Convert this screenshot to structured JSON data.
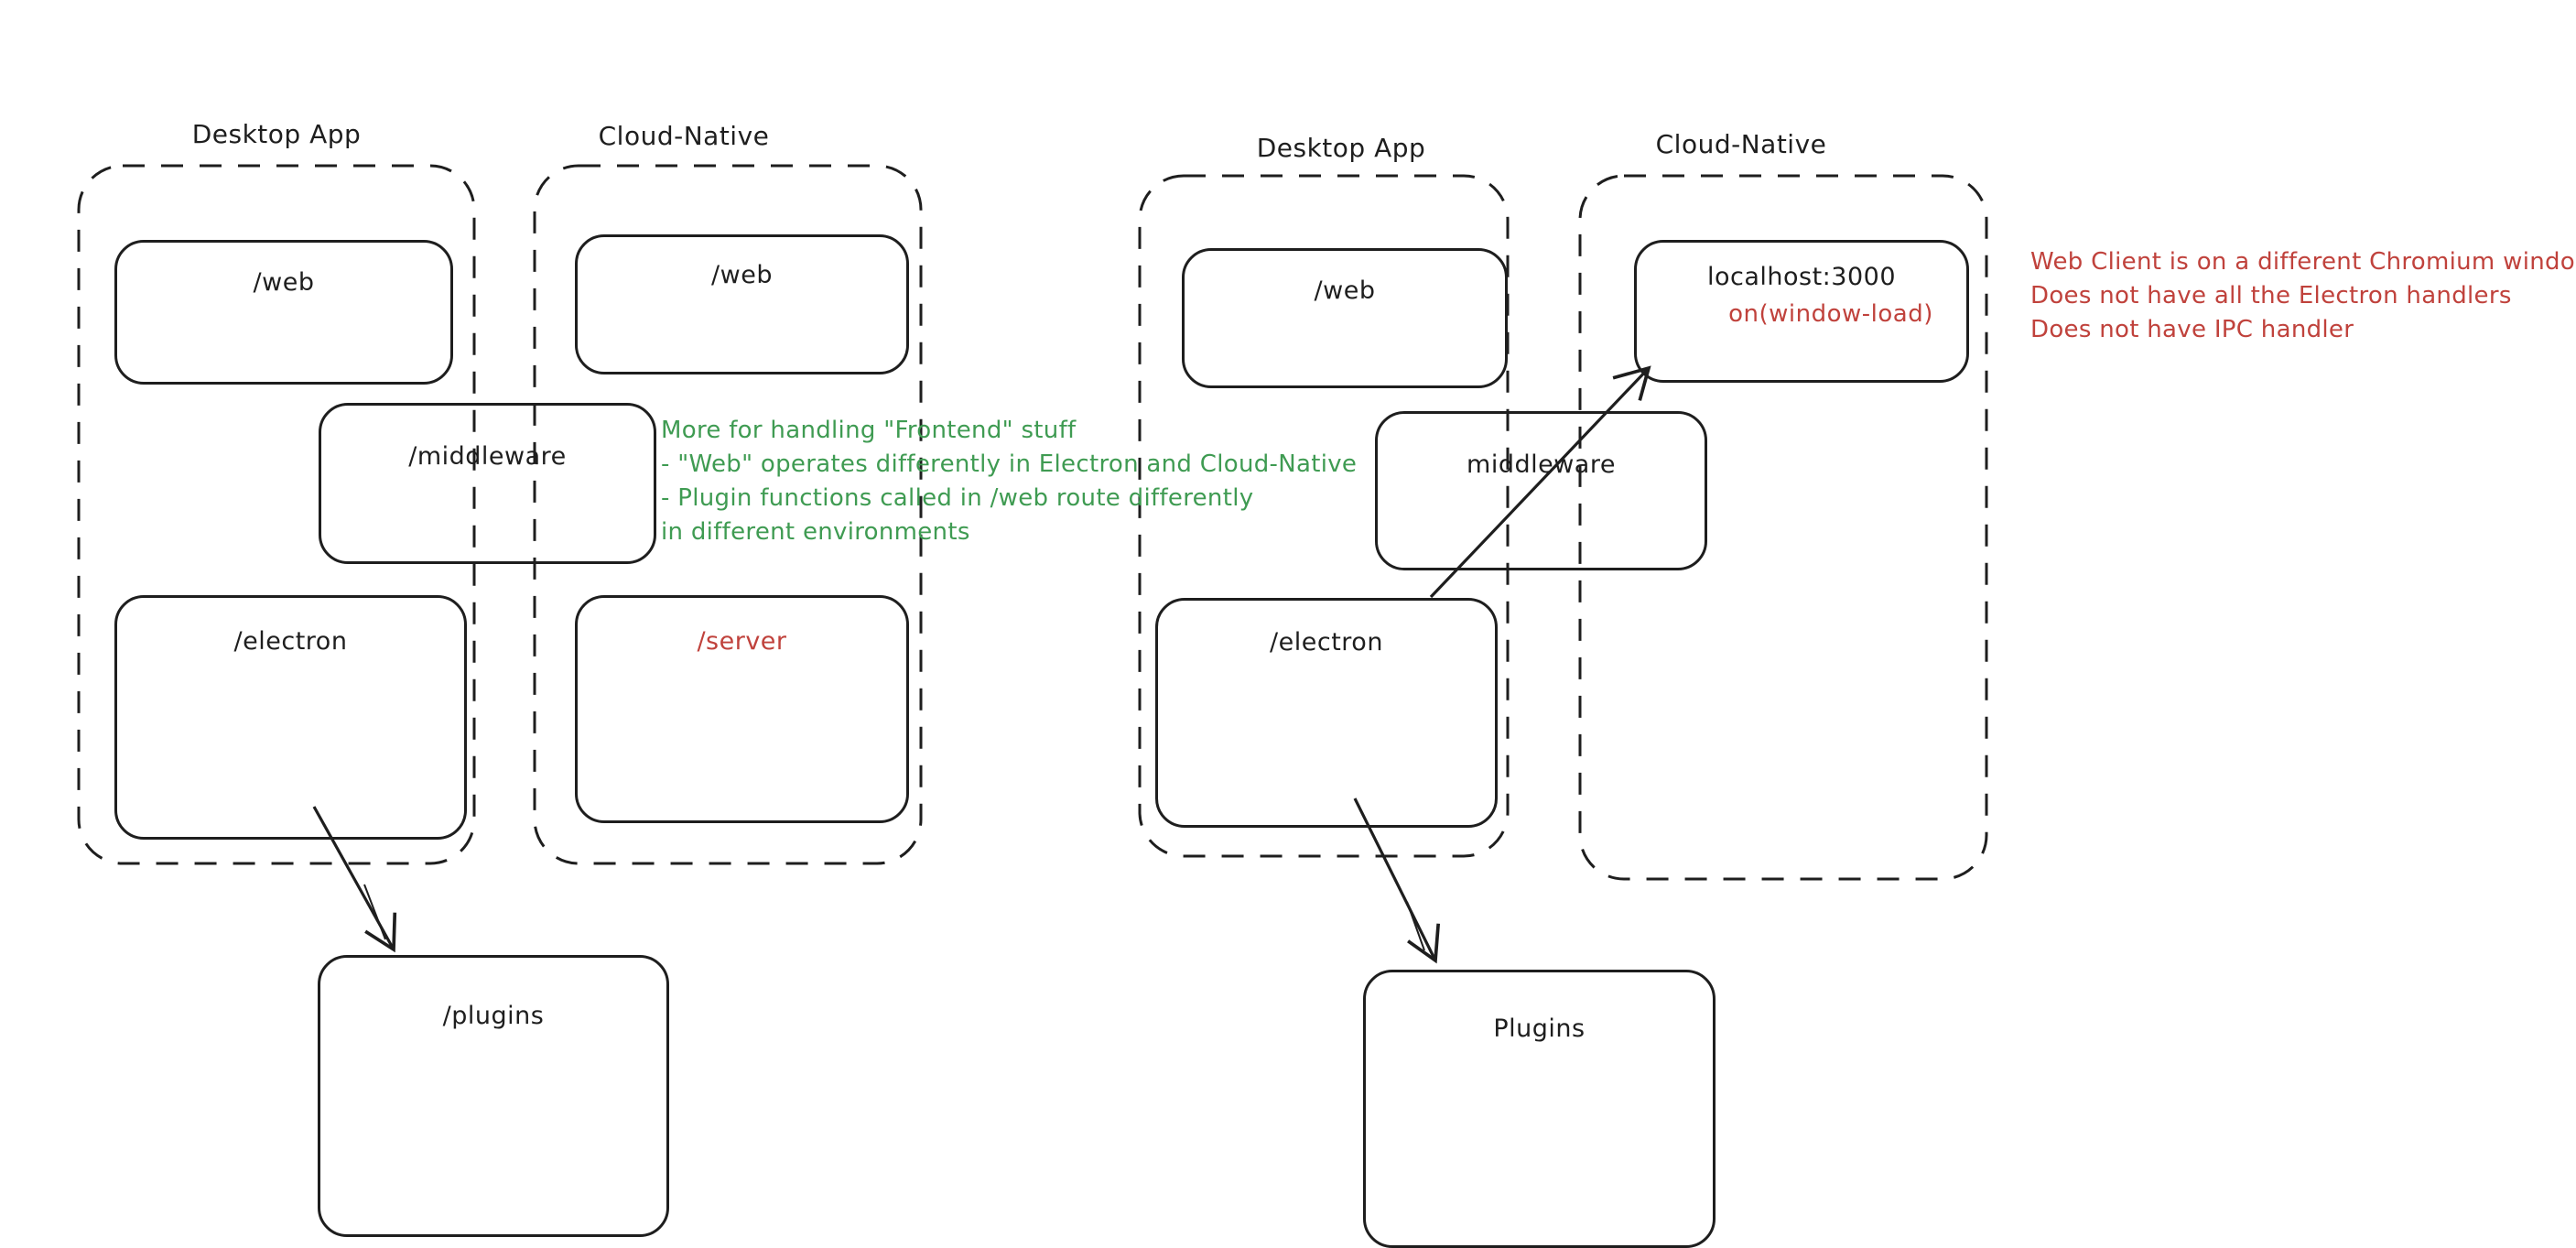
{
  "canvas": {
    "background": "#ffffff",
    "stroke_color": "#1e1e1e",
    "green_color": "#3f9b52",
    "red_color": "#c0423c"
  },
  "left_diagram": {
    "desktop_container_label": "Desktop App",
    "cloud_container_label": "Cloud-Native",
    "nodes": {
      "web_desktop": "/web",
      "web_cloud": "/web",
      "middleware": "/middleware",
      "electron": "/electron",
      "server": "/server",
      "plugins": "/plugins"
    }
  },
  "right_diagram": {
    "desktop_container_label": "Desktop App",
    "cloud_container_label": "Cloud-Native",
    "nodes": {
      "web_desktop": "/web",
      "localhost": "localhost:3000",
      "localhost_sub": "on(window-load)",
      "middleware": "middleware",
      "electron": "/electron",
      "plugins": "Plugins"
    }
  },
  "annotations": {
    "green_note": {
      "lines": [
        "More for handling \"Frontend\" stuff",
        "- \"Web\" operates differently in Electron and Cloud-Native",
        "- Plugin functions called in /web route differently",
        "in different environments"
      ]
    },
    "red_note": {
      "lines": [
        "Web Client is on a different Chromium window",
        "Does not have all the Electron handlers",
        "Does not have IPC handler"
      ]
    }
  }
}
